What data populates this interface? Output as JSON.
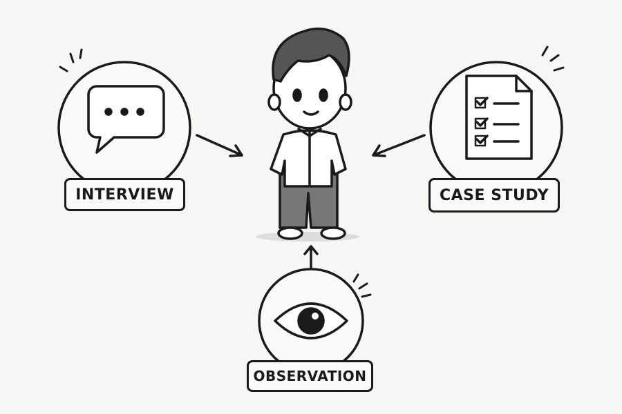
{
  "methods": [
    {
      "id": "interview",
      "label": "INTERVIEW",
      "icon": "speech-bubble-icon"
    },
    {
      "id": "case-study",
      "label": "CASE STUDY",
      "icon": "checklist-document-icon"
    },
    {
      "id": "observation",
      "label": "OBSERVATION",
      "icon": "eye-icon"
    }
  ],
  "center": {
    "icon": "person-icon"
  },
  "colors": {
    "stroke": "#1a1a1a",
    "background": "#f6f6f5"
  }
}
